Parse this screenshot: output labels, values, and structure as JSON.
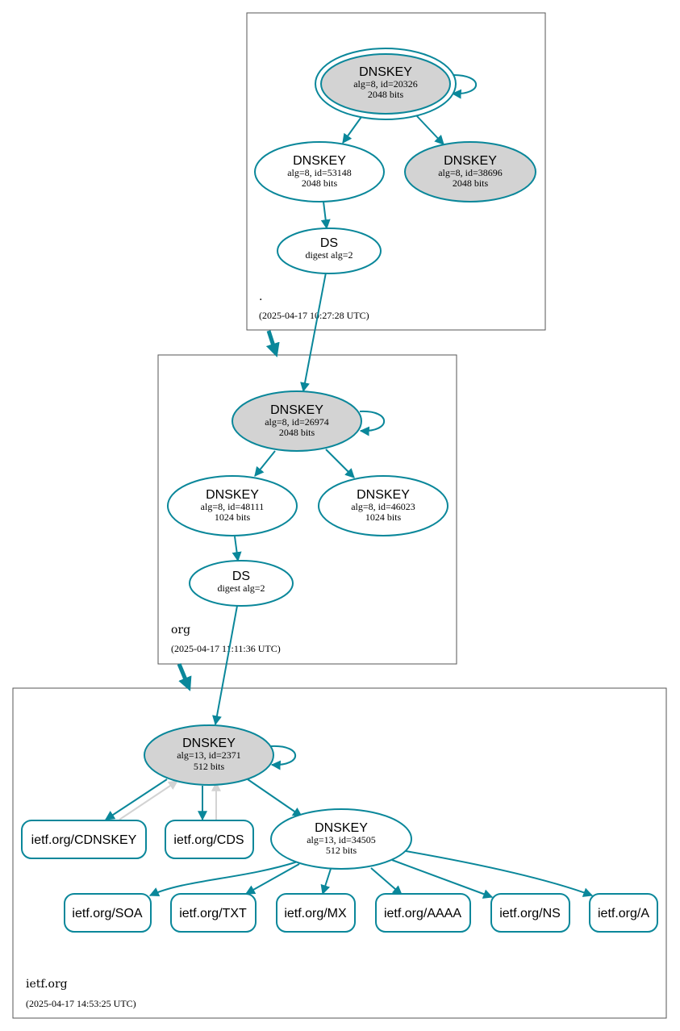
{
  "colors": {
    "edge": "#0a879a",
    "grey_edge": "#d3d3d3",
    "ksk_fill": "#d3d3d3",
    "node_fill": "#ffffff",
    "zone_border": "#555555"
  },
  "zones": {
    "root": {
      "name": ".",
      "timestamp": "(2025-04-17 10:27:28 UTC)"
    },
    "org": {
      "name": "org",
      "timestamp": "(2025-04-17 11:11:36 UTC)"
    },
    "ietf": {
      "name": "ietf.org",
      "timestamp": "(2025-04-17 14:53:25 UTC)"
    }
  },
  "nodes": {
    "root_ksk": {
      "title": "DNSKEY",
      "line1": "alg=8, id=20326",
      "line2": "2048 bits"
    },
    "root_zsk": {
      "title": "DNSKEY",
      "line1": "alg=8, id=53148",
      "line2": "2048 bits"
    },
    "root_k2": {
      "title": "DNSKEY",
      "line1": "alg=8, id=38696",
      "line2": "2048 bits"
    },
    "org_ds": {
      "title": "DS",
      "line1": "digest alg=2"
    },
    "org_ksk": {
      "title": "DNSKEY",
      "line1": "alg=8, id=26974",
      "line2": "2048 bits"
    },
    "org_zsk1": {
      "title": "DNSKEY",
      "line1": "alg=8, id=48111",
      "line2": "1024 bits"
    },
    "org_zsk2": {
      "title": "DNSKEY",
      "line1": "alg=8, id=46023",
      "line2": "1024 bits"
    },
    "ietf_ds": {
      "title": "DS",
      "line1": "digest alg=2"
    },
    "ietf_ksk": {
      "title": "DNSKEY",
      "line1": "alg=13, id=2371",
      "line2": "512 bits"
    },
    "ietf_zsk": {
      "title": "DNSKEY",
      "line1": "alg=13, id=34505",
      "line2": "512 bits"
    }
  },
  "records": {
    "cdnskey": "ietf.org/CDNSKEY",
    "cds": "ietf.org/CDS",
    "soa": "ietf.org/SOA",
    "txt": "ietf.org/TXT",
    "mx": "ietf.org/MX",
    "aaaa": "ietf.org/AAAA",
    "ns": "ietf.org/NS",
    "a": "ietf.org/A"
  }
}
